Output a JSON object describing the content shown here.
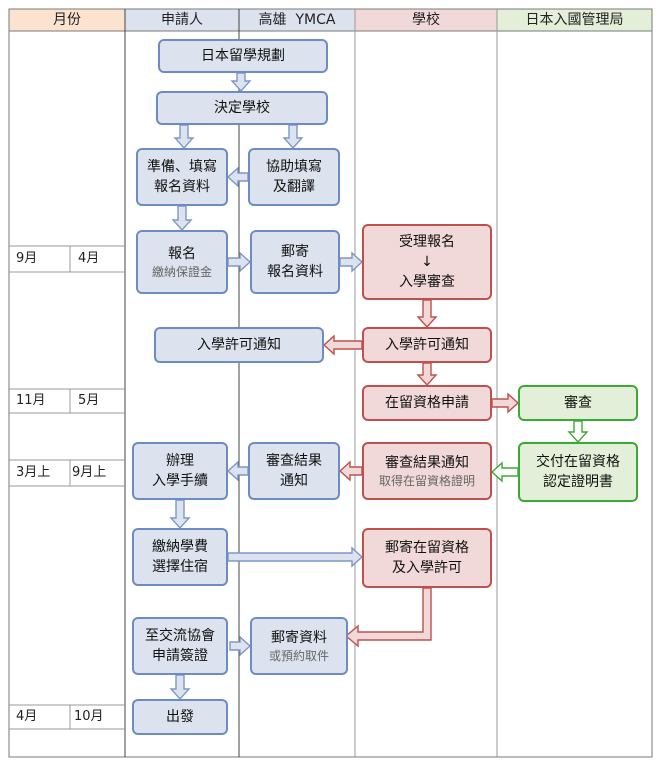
{
  "headers": {
    "month": "月份",
    "applicant": "申請人",
    "ymca": "高雄  YMCA",
    "school": "學校",
    "immigration": "日本入國管理局"
  },
  "timeline": [
    {
      "left": "9月",
      "right": "4月"
    },
    {
      "left": "11月",
      "right": "5月"
    },
    {
      "left": "3月上",
      "right": "9月上"
    },
    {
      "left": "4月",
      "right": "10月"
    }
  ],
  "boxes": {
    "plan": "日本留學規劃",
    "decide_school": "決定學校",
    "prepare_fill": [
      "準備、填寫",
      "報名資料"
    ],
    "assist_fill": [
      "協助填寫",
      "及翻譯"
    ],
    "apply": "報名",
    "apply_sub": "繳納保證金",
    "mail_apply": [
      "郵寄",
      "報名資料"
    ],
    "receive_review": [
      "受理報名",
      "↓",
      "入學審查"
    ],
    "admit_notice_applicant": "入學許可通知",
    "admit_notice_school": "入學許可通知",
    "coe_apply": "在留資格申請",
    "review": "審查",
    "enroll_procedure": [
      "辦理",
      "入學手續"
    ],
    "review_result_notice": [
      "審查結果",
      "通知"
    ],
    "review_result_school": "審查結果通知",
    "review_result_school_sub": "取得在留資格證明",
    "issue_coe": [
      "交付在留資格",
      "認定證明書"
    ],
    "pay_tuition": [
      "繳納學費",
      "選擇住宿"
    ],
    "mail_coe": [
      "郵寄在留資格",
      "及入學許可"
    ],
    "visa_apply": [
      "至交流協會",
      "申請簽證"
    ],
    "mail_docs": "郵寄資料",
    "mail_docs_sub": "或預約取件",
    "depart": "出發"
  }
}
